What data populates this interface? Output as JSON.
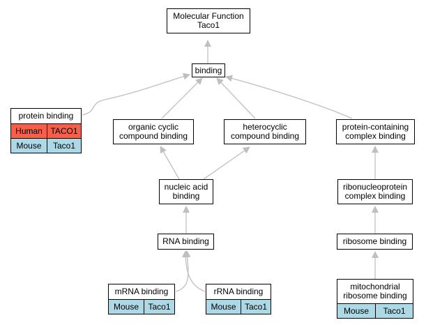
{
  "colors": {
    "edge": "#bfbfbf",
    "human_row": "#f4604a",
    "mouse_row": "#add8e6",
    "border": "#000000"
  },
  "nodes": {
    "root": "Molecular Function\nTaco1",
    "binding": "binding",
    "organic_cyclic": "organic cyclic\ncompound binding",
    "heterocyclic": "heterocyclic\ncompound binding",
    "protein_containing": "protein-containing\ncomplex binding",
    "nucleic_acid": "nucleic acid\nbinding",
    "ribonucleoprotein": "ribonucleoprotein\ncomplex binding",
    "rna_binding": "RNA binding",
    "ribosome_binding": "ribosome binding"
  },
  "annotated": {
    "protein_binding": {
      "label": "protein binding",
      "rows": [
        {
          "species": "Human",
          "gene": "TACO1"
        },
        {
          "species": "Mouse",
          "gene": "Taco1"
        }
      ]
    },
    "mrna_binding": {
      "label": "mRNA binding",
      "rows": [
        {
          "species": "Mouse",
          "gene": "Taco1"
        }
      ]
    },
    "rrna_binding": {
      "label": "rRNA binding",
      "rows": [
        {
          "species": "Mouse",
          "gene": "Taco1"
        }
      ]
    },
    "mito_ribosome_binding": {
      "label": "mitochondrial\nribosome binding",
      "rows": [
        {
          "species": "Mouse",
          "gene": "Taco1"
        }
      ]
    }
  }
}
